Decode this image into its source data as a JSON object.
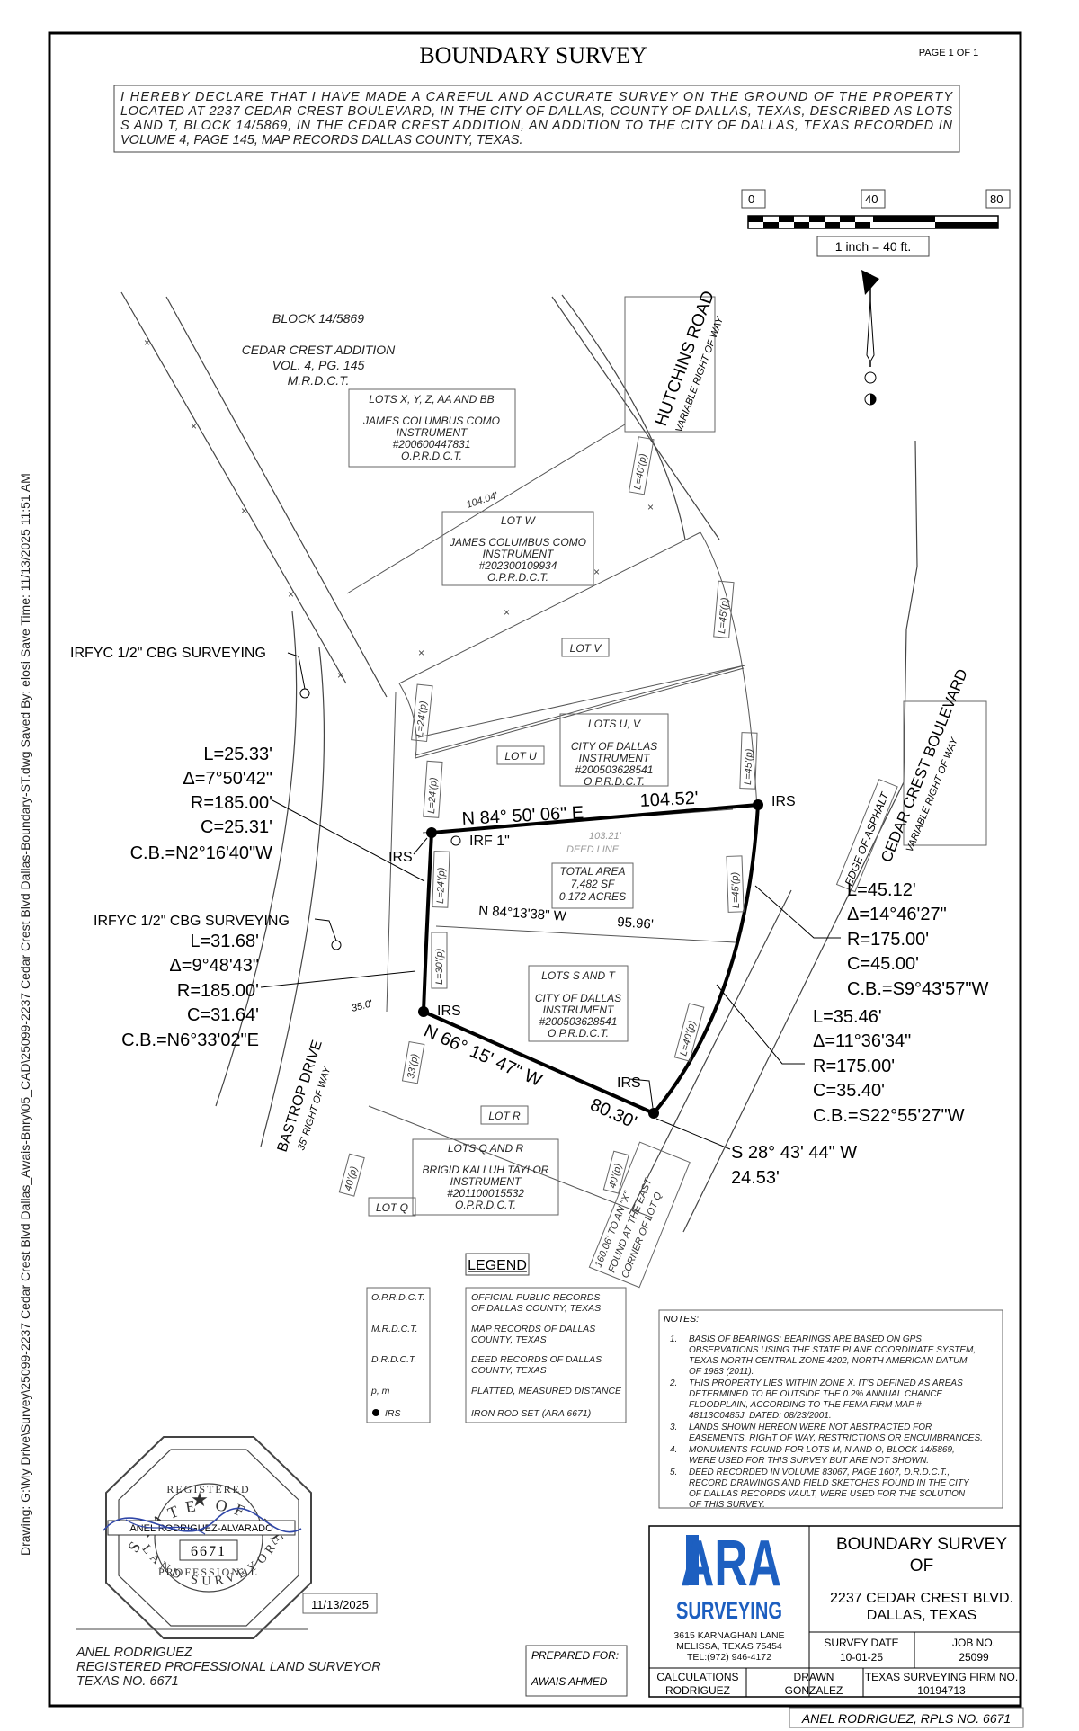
{
  "title": "BOUNDARY SURVEY",
  "page_label": "PAGE 1 OF 1",
  "declaration": [
    "I HEREBY DECLARE THAT I HAVE MADE A CAREFUL AND ACCURATE SURVEY ON THE GROUND OF THE PROPERTY",
    "LOCATED AT 2237 CEDAR CREST BOULEVARD, IN THE CITY OF DALLAS, COUNTY OF DALLAS, TEXAS, DESCRIBED AS LOTS",
    "S AND T, BLOCK 14/5869,  IN THE CEDAR CREST ADDITION, AN ADDITION TO THE CITY OF DALLAS, TEXAS RECORDED IN",
    "VOLUME 4, PAGE 145, MAP RECORDS DALLAS COUNTY, TEXAS."
  ],
  "side_text": "Drawing: G:\\My Drive\\Survey\\25099-2237 Cedar Crest Blvd Dallas_Awais-Bnry\\05_CAD\\25099-2237 Cedar Crest Blvd Dallas-Boundary-ST.dwg Saved By: elosi Save Time: 11/13/2025 11:51 AM",
  "scale": {
    "ticks": [
      "0",
      "40",
      "80"
    ],
    "label": "1 inch = 40 ft."
  },
  "block_label": [
    "BLOCK 14/5869",
    "CEDAR CREST ADDITION",
    "VOL. 4, PG. 145",
    "M.R.D.C.T."
  ],
  "parcels": {
    "lots_xyz": [
      "LOTS X, Y, Z, AA AND BB",
      "JAMES COLUMBUS COMO",
      "INSTRUMENT",
      "#200600447831",
      "O.P.R.D.C.T."
    ],
    "lot_w": [
      "LOT W",
      "JAMES COLUMBUS COMO",
      "INSTRUMENT",
      "#202300109934",
      "O.P.R.D.C.T."
    ],
    "lot_v": "LOT V",
    "lots_uv": [
      "LOTS U, V",
      "CITY OF DALLAS",
      "INSTRUMENT",
      "#200503628541",
      "O.P.R.D.C.T."
    ],
    "lot_u": "LOT U",
    "total_area": [
      "TOTAL AREA",
      "7,482 SF",
      "0.172 ACRES"
    ],
    "lots_st": [
      "LOTS S AND T",
      "CITY OF DALLAS",
      "INSTRUMENT",
      "#200503628541",
      "O.P.R.D.C.T."
    ],
    "lot_r": "LOT R",
    "lots_qr": [
      "LOTS Q AND R",
      "BRIGID KAI LUH TAYLOR",
      "INSTRUMENT",
      "#201100015532",
      "O.P.R.D.C.T."
    ],
    "lot_q": "LOT Q"
  },
  "roads": {
    "hutchins": [
      "HUTCHINS ROAD",
      "VARIABLE RIGHT OF WAY"
    ],
    "cedar_crest": [
      "CEDAR CREST BOULEVARD",
      "VARIABLE RIGHT OF WAY"
    ],
    "edge_asphalt": "EDGE OF ASPHALT",
    "bastrop": [
      "BASTROP DRIVE",
      "35' RIGHT OF WAY"
    ],
    "bastrop_width": "35.0'"
  },
  "dims": {
    "d104": "104.04'",
    "l40p_top": "L=40'(p)",
    "l45p_a": "L=45'(p)",
    "l24p_a": "L=24'(p)",
    "l45p_b": "L=45'(p)",
    "l24p_b": "L=24'(p)",
    "l24p_c": "L=24'(p)",
    "l45p_c": "L=45'(p)",
    "l30p": "L=30'(p)",
    "l40p_b": "L=40'(p)",
    "l33p": "33'(p)",
    "p40a": "40'(p)",
    "p40b": "40'(p)",
    "deed_line_dist": "103.21'",
    "deed_line": "DEED LINE",
    "tie": [
      "160.06' TO AN \"X\"",
      "FOUND AT THE EAST",
      "CORNER OF LOT Q"
    ]
  },
  "bearings": {
    "north": "N 84° 50' 06\" E",
    "north_dist": "104.52'",
    "middle": "N 84°13'38\"  W",
    "middle_dist": "95.96'",
    "south": "N 66° 15' 47\" W",
    "south_dist": "80.30'",
    "east_end": [
      "S 28° 43' 44\" W",
      "24.53'"
    ]
  },
  "curves": {
    "c1": [
      "L=25.33'",
      "Δ=7°50'42\"",
      "R=185.00'",
      "C=25.31'",
      "C.B.=N2°16'40\"W"
    ],
    "c2": [
      "L=31.68'",
      "Δ=9°48'43\"",
      "R=185.00'",
      "C=31.64'",
      "C.B.=N6°33'02\"E"
    ],
    "c3": [
      "L=45.12'",
      "Δ=14°46'27\"",
      "R=175.00'",
      "C=45.00'",
      "C.B.=S9°43'57\"W"
    ],
    "c4": [
      "L=35.46'",
      "Δ=11°36'34\"",
      "R=175.00'",
      "C=35.40'",
      "C.B.=S22°55'27\"W"
    ]
  },
  "markers": {
    "irfyc1": "IRFYC 1/2\" CBG SURVEYING",
    "irfyc2": "IRFYC 1/2\" CBG SURVEYING",
    "irs": "IRS",
    "irf": "IRF 1\""
  },
  "legend": {
    "title": "LEGEND",
    "items": [
      {
        "abbr": "O.P.R.D.C.T.",
        "desc": [
          "OFFICIAL PUBLIC RECORDS",
          "OF DALLAS COUNTY, TEXAS"
        ]
      },
      {
        "abbr": "M.R.D.C.T.",
        "desc": [
          "MAP RECORDS OF DALLAS",
          "COUNTY, TEXAS"
        ]
      },
      {
        "abbr": "D.R.D.C.T.",
        "desc": [
          "DEED RECORDS OF DALLAS",
          "COUNTY, TEXAS"
        ]
      },
      {
        "abbr": "p, m",
        "desc": [
          "PLATTED, MEASURED DISTANCE"
        ]
      },
      {
        "abbr": "IRS",
        "desc": [
          "IRON ROD SET (ARA 6671)"
        ]
      }
    ]
  },
  "notes": {
    "title": "NOTES:",
    "items": [
      {
        "n": "1.",
        "lines": [
          "BASIS OF BEARINGS: BEARINGS ARE BASED ON GPS",
          "OBSERVATIONS USING THE STATE PLANE COORDINATE SYSTEM,",
          "TEXAS NORTH CENTRAL ZONE 4202, NORTH AMERICAN DATUM",
          "OF 1983 (2011)."
        ]
      },
      {
        "n": "2.",
        "lines": [
          "THIS PROPERTY LIES WITHIN ZONE X. IT'S DEFINED AS AREAS",
          "DETERMINED TO BE OUTSIDE THE 0.2% ANNUAL CHANCE",
          "FLOODPLAIN, ACCORDING TO THE FEMA FIRM MAP #",
          "48113C0485J, DATED: 08/23/2001."
        ]
      },
      {
        "n": "3.",
        "lines": [
          "LANDS SHOWN HEREON WERE NOT ABSTRACTED FOR",
          "EASEMENTS, RIGHT OF WAY, RESTRICTIONS OR ENCUMBRANCES."
        ]
      },
      {
        "n": "4.",
        "lines": [
          "MONUMENTS FOUND FOR LOTS M, N AND O, BLOCK 14/5869,",
          "WERE USED FOR THIS SURVEY BUT ARE NOT SHOWN."
        ]
      },
      {
        "n": "5.",
        "lines": [
          "DEED RECORDED IN VOLUME 83067, PAGE 1607, D.R.D.C.T.,",
          "RECORD DRAWINGS AND FIELD SKETCHES FOUND IN THE CITY",
          "OF DALLAS RECORDS VAULT, WERE USED FOR THE SOLUTION",
          "OF THIS SURVEY."
        ]
      }
    ]
  },
  "seal": {
    "state_text": "STATE OF TEXAS",
    "registered": "REGISTERED",
    "name": "ANEL RODRIGUEZ-ALVARADO",
    "number": "6671",
    "professional": "PROFESSIONAL",
    "land_surveyor": "LAND SURVEYOR",
    "date": "11/13/2025"
  },
  "surveyor": [
    "ANEL RODRIGUEZ",
    "REGISTERED PROFESSIONAL LAND SURVEYOR",
    "TEXAS NO. 6671"
  ],
  "prepared_for": {
    "label": "PREPARED FOR:",
    "name": "AWAIS AHMED"
  },
  "company": {
    "logo_top": "ARA",
    "logo_bottom": "SURVEYING",
    "address": [
      "3615 KARNAGHAN LANE",
      "MELISSA, TEXAS 75454",
      "TEL:(972) 946-4172"
    ]
  },
  "title_block": {
    "title": [
      "BOUNDARY SURVEY",
      "OF"
    ],
    "address": [
      "2237 CEDAR CREST BLVD.",
      "DALLAS, TEXAS"
    ],
    "survey_date_label": "SURVEY DATE",
    "survey_date": "10-01-25",
    "job_label": "JOB NO.",
    "job_no": "25099",
    "calc_label": "CALCULATIONS",
    "calc_name": "RODRIGUEZ",
    "drawn_label": "DRAWN",
    "drawn_name": "GONZALEZ",
    "firm_label": "TEXAS SURVEYING FIRM NO.",
    "firm_no": "10194713"
  },
  "footer_sig": "ANEL RODRIGUEZ, RPLS NO. 6671"
}
